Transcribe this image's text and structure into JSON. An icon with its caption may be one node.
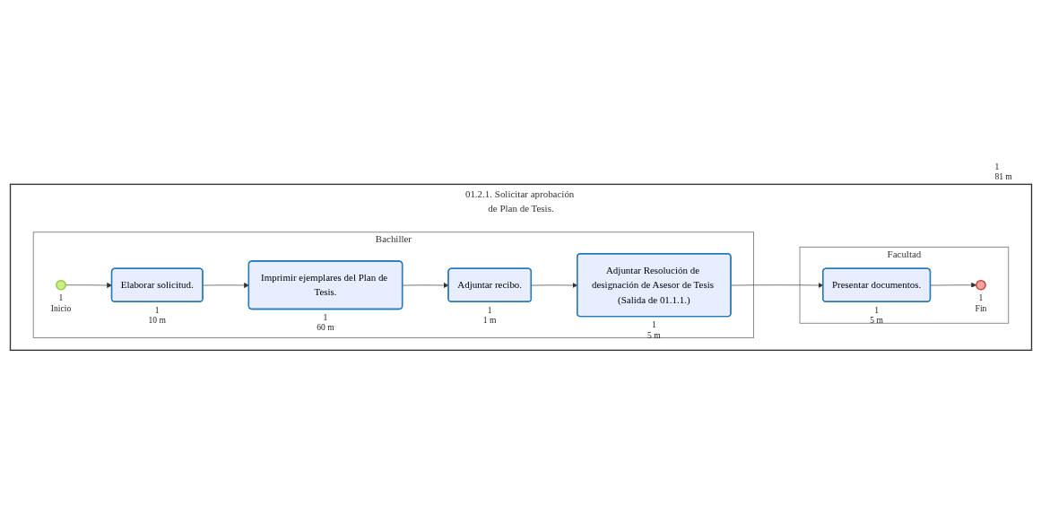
{
  "diagram": {
    "nodes": [
      {
        "text": [
          "01.2.1. Solicitar aprobación de Plan de Tesis."
        ],
        "beside": [
          "1",
          "81 m"
        ]
      },
      {
        "text": [
          "Bachiller"
        ],
        "in": 0
      },
      {
        "text": [
          "Facultad"
        ],
        "in": 0
      },
      {
        "text": [],
        "shape": "circle",
        "in": 1,
        "beside": [
          "1",
          "Inicio"
        ]
      },
      {
        "text": [
          "Elaborar solicitud."
        ],
        "in": 1,
        "beside": [
          "1",
          "10 m"
        ]
      },
      {
        "text": [
          "Imprimir ejemplares del Plan de Tesis."
        ],
        "in": 1,
        "beside": [
          "1",
          "60 m"
        ]
      },
      {
        "text": [
          "Adjuntar recibo."
        ],
        "in": 1,
        "beside": [
          "1",
          "1 m"
        ]
      },
      {
        "text": [
          "Adjuntar Resolución de designación de Asesor de Tesis (Salida de 01.1.1.)"
        ],
        "in": 1,
        "beside": [
          "1",
          "5 m"
        ]
      },
      {
        "text": [
          "Presentar documentos."
        ],
        "in": 2,
        "beside": [
          "1",
          "5 m"
        ]
      },
      {
        "text": [],
        "shape": "circle",
        "in": 2,
        "beside": [
          "1",
          "Fin"
        ]
      }
    ],
    "edges": [
      {
        "from": 3,
        "to": 4,
        "arrow": "to"
      },
      {
        "from": 4,
        "to": 5,
        "arrow": "to"
      },
      {
        "from": 5,
        "to": 6,
        "arrow": "to"
      },
      {
        "from": 6,
        "to": 7,
        "arrow": "to"
      },
      {
        "from": 7,
        "to": 8,
        "arrow": "to"
      },
      {
        "from": 8,
        "to": 9,
        "arrow": "to"
      }
    ]
  }
}
